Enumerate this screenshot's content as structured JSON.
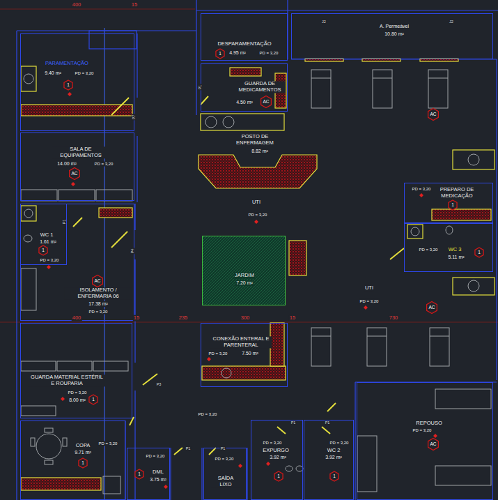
{
  "diagram": {
    "nodes": [
      {
        "text": [
          "DESPARAMENTAÇÃO",
          "4.95 m²",
          "PD = 3,20"
        ]
      },
      {
        "text": [
          "A. Permeável",
          "10.80 m²"
        ]
      },
      {
        "text": [
          "PARAMENTAÇÃO",
          "9.40 m²",
          "PD = 3,20"
        ]
      },
      {
        "text": [
          "GUARDA DE MEDICAMENTOS",
          "4.50 m²"
        ]
      },
      {
        "text": [
          "SALA DE EQUIPAMENTOS",
          "14.00 m²",
          "PD = 3,20"
        ]
      },
      {
        "text": [
          "POSTO DE ENFERMAGEM",
          "8.82 m²"
        ]
      },
      {
        "text": [
          "PREPARO DE MEDICAÇÃO",
          "PD = 3,20"
        ]
      },
      {
        "text": [
          "ISOLAMENTO / ENFERMARIA 06",
          "17.38 m²",
          "PD = 3,20"
        ]
      },
      {
        "text": [
          "WC 1",
          "1.61 m²",
          "PD = 3,20"
        ]
      },
      {
        "text": [
          "JARDIM",
          "7.20 m²"
        ]
      },
      {
        "text": [
          "WC 3",
          "5.11 m²",
          "PD = 3,20"
        ]
      },
      {
        "text": [
          "GUARDA MATERIAL ESTÉRIL E ROUPARIA",
          "PD = 3,20",
          "8.00 m²"
        ]
      },
      {
        "text": [
          "CONEXÃO ENTERAL E PARENTERAL",
          "PD = 3,20",
          "7.50 m²"
        ]
      },
      {
        "text": [
          "REPOUSO",
          "PD = 3,20"
        ]
      },
      {
        "text": [
          "COPA",
          "9.71 m²"
        ]
      },
      {
        "text": [
          "EXPURGO",
          "PD = 3,20",
          "3.92 m²"
        ]
      },
      {
        "text": [
          "WC 2",
          "PD = 3,20",
          "3.92 m²"
        ]
      },
      {
        "text": [
          "DML",
          "PD = 3,20",
          "3.75 m²"
        ]
      },
      {
        "text": [
          "SAÍDA LIXO",
          "PD = 3,20"
        ]
      }
    ],
    "labels": [
      "400",
      "15",
      "J2",
      "J2",
      "1",
      "P7",
      "P1",
      "1",
      "AC",
      "AC",
      "AC",
      "UTI",
      "PD = 3,20",
      "1",
      "P1",
      "P4",
      "1",
      "1",
      "AC",
      "UTI",
      "PD = 3,20",
      "AC",
      "400",
      "15",
      "235",
      "300",
      "15",
      "730",
      "P3",
      "1",
      "PD = 3,20",
      "PD = 3,20",
      "AC",
      "1",
      "P1",
      "P1",
      "P1",
      "P1",
      "1",
      "1",
      "1"
    ]
  }
}
